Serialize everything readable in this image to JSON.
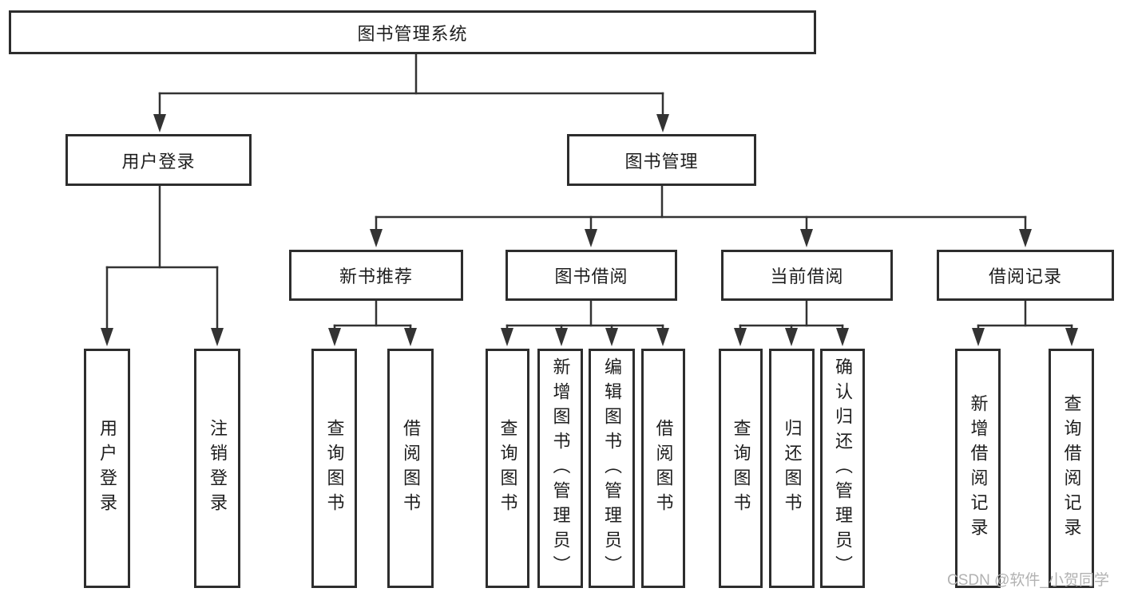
{
  "tree": {
    "root": {
      "label": "图书管理系统"
    },
    "branches": [
      {
        "label": "用户登录",
        "children": [
          {
            "label": "用户登录"
          },
          {
            "label": "注销登录"
          }
        ]
      },
      {
        "label": "图书管理",
        "children": [
          {
            "label": "新书推荐",
            "children": [
              {
                "label": "查询图书"
              },
              {
                "label": "借阅图书"
              }
            ]
          },
          {
            "label": "图书借阅",
            "children": [
              {
                "label": "查询图书"
              },
              {
                "label": "新增图书（管理员）"
              },
              {
                "label": "编辑图书（管理员）"
              },
              {
                "label": "借阅图书"
              }
            ]
          },
          {
            "label": "当前借阅",
            "children": [
              {
                "label": "查询图书"
              },
              {
                "label": "归还图书"
              },
              {
                "label": "确认归还（管理员）"
              }
            ]
          },
          {
            "label": "借阅记录",
            "children": [
              {
                "label": "新增借阅记录"
              },
              {
                "label": "查询借阅记录"
              }
            ]
          }
        ]
      }
    ]
  },
  "watermark": {
    "text": "CSDN @软件_小贺同学",
    "color": "#b2b2b2"
  },
  "colors": {
    "line": "#333333",
    "box_border": "#2d2d2d",
    "text": "#1e1e1e",
    "background": "#ffffff"
  }
}
